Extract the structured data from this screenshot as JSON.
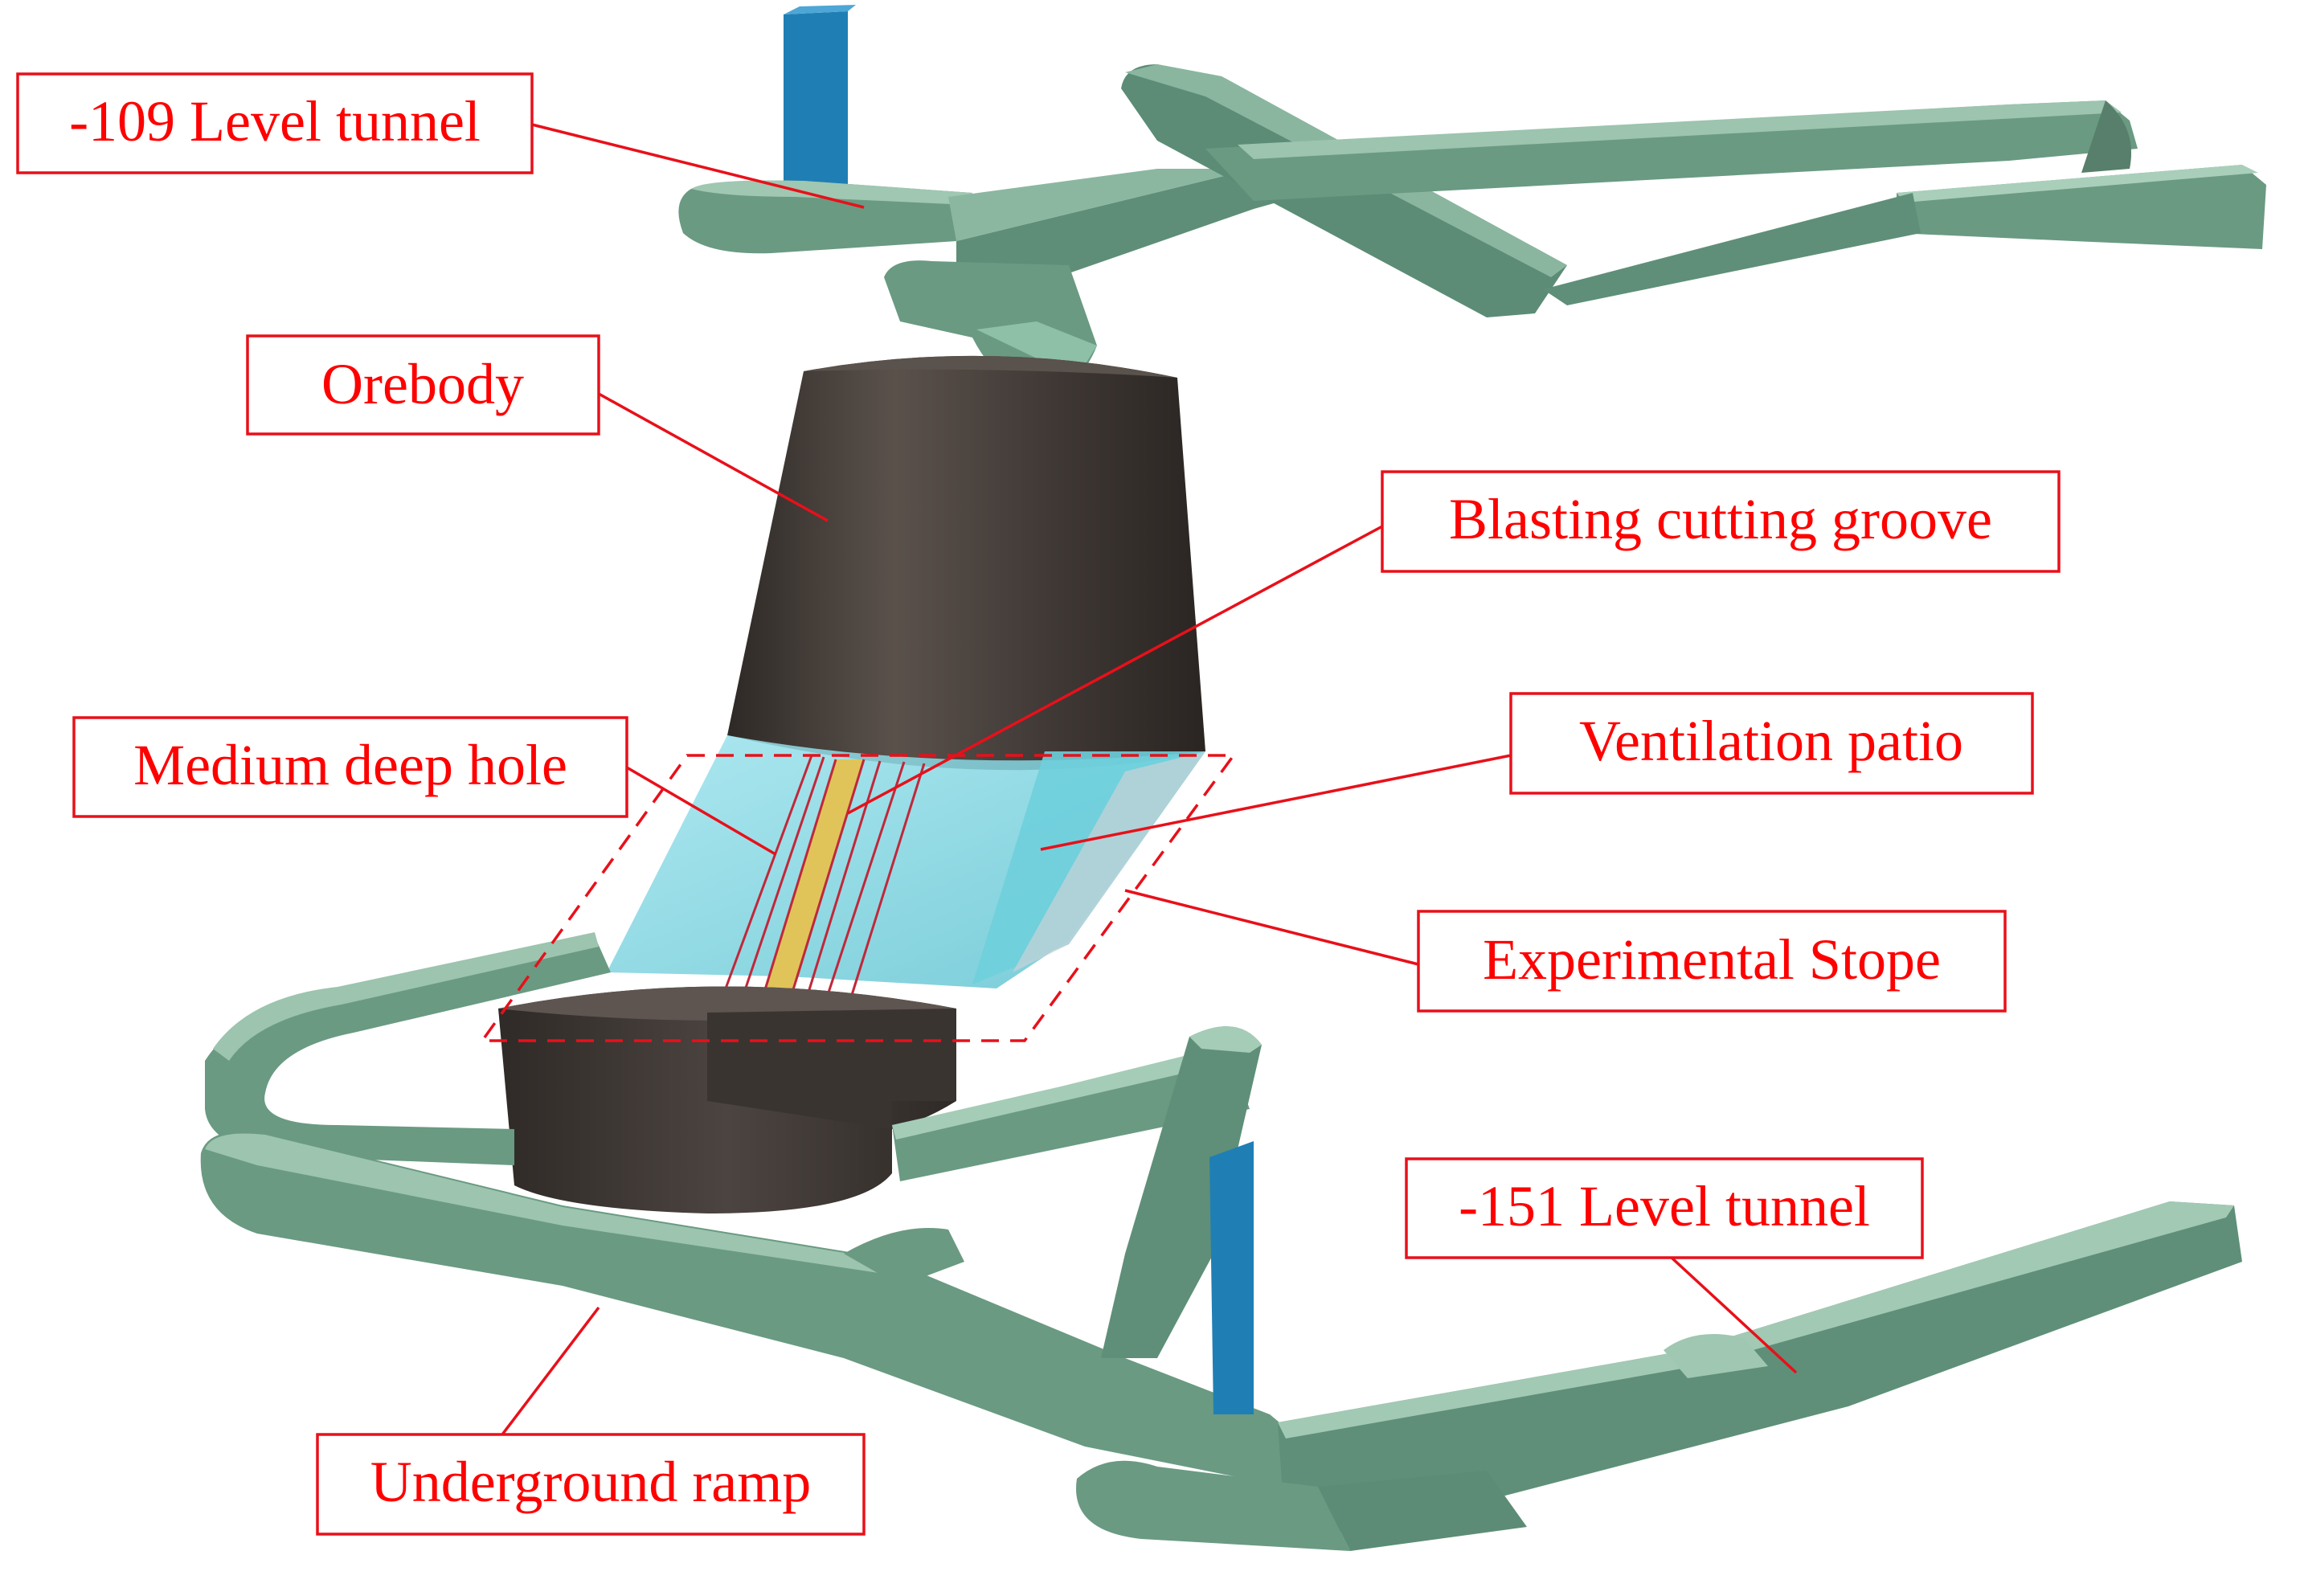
{
  "labels": {
    "level_109": "-109 Level tunnel",
    "orebody": "Orebody",
    "blasting_groove": "Blasting cutting groove",
    "medium_deep_hole": "Medium deep hole",
    "ventilation_patio": "Ventilation patio",
    "experimental_stope": "Experimental Stope",
    "level_151": "-151 Level tunnel",
    "underground_ramp": "Underground ramp"
  },
  "colors": {
    "tunnel": "#6a9a82",
    "tunnel_dark": "#4a7a64",
    "tunnel_light": "#9fc7b1",
    "shaft": "#1f7fb5",
    "orebody": "#3f3936",
    "stope": "#8fd8e2",
    "groove": "#e0c45a",
    "annotation_red": "#e8101a"
  }
}
